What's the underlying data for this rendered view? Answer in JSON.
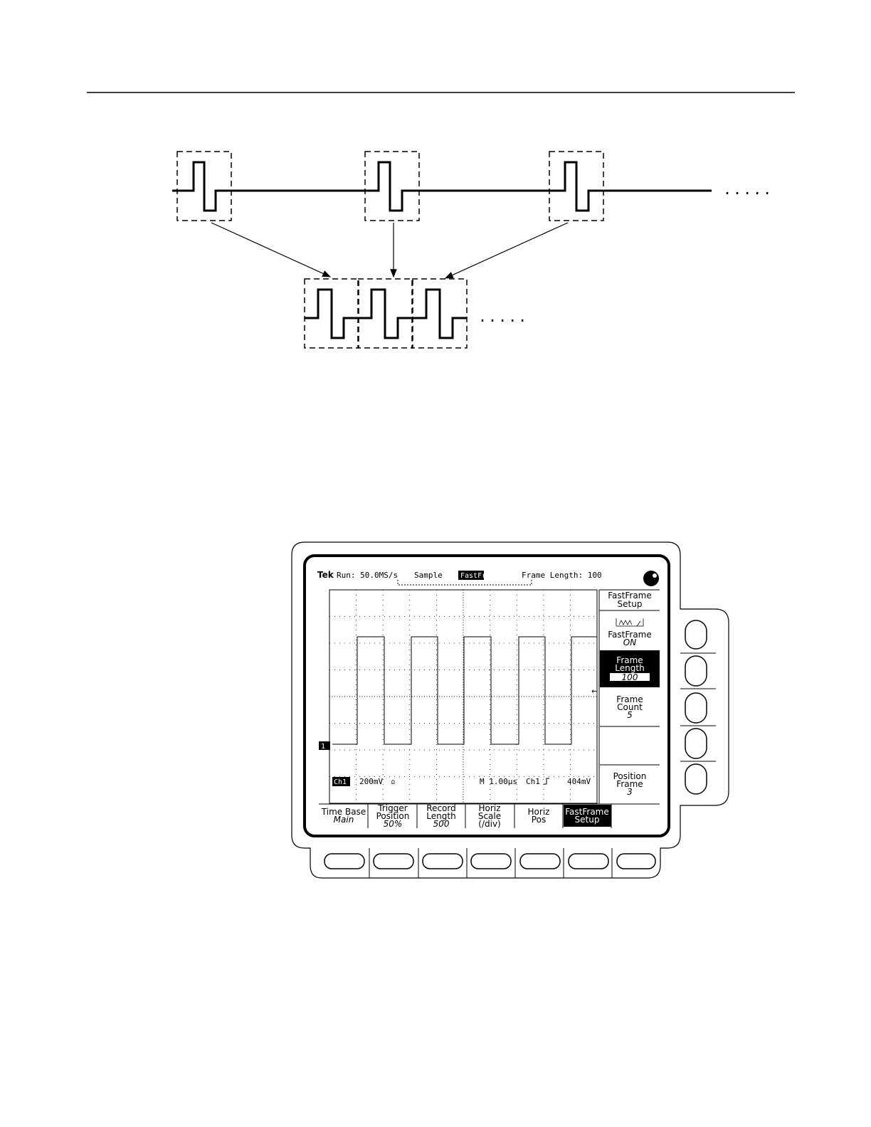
{
  "status_bar": {
    "brand": "Tek",
    "run_label": "Run: 50.0MS/s",
    "mode": "Sample",
    "badge": "FastFr",
    "frame_length": "Frame Length: 100"
  },
  "readout": {
    "channel": "Ch1",
    "scale": "200mV",
    "impedance": "Ω",
    "timebase": "M 1.00µs",
    "trigger_source": "Ch1",
    "trigger_level": "404mV",
    "ground_marker": "1"
  },
  "side_menu": {
    "title_1": "FastFrame",
    "title_2": "Setup",
    "fastframe_label": "FastFrame",
    "fastframe_value": "ON",
    "frame_length_label_1": "Frame",
    "frame_length_label_2": "Length",
    "frame_length_value": "100",
    "frame_count_label_1": "Frame",
    "frame_count_label_2": "Count",
    "frame_count_value": "5",
    "position_label_1": "Position",
    "position_label_2": "Frame",
    "position_value": "3"
  },
  "bottom_menu": [
    {
      "line1": "Time Base",
      "value": "Main"
    },
    {
      "line1": "Trigger",
      "line2": "Position",
      "value": "50%"
    },
    {
      "line1": "Record",
      "line2": "Length",
      "value": "500"
    },
    {
      "line1": "Horiz",
      "line2": "Scale",
      "line3": "(/div)"
    },
    {
      "line1": "Horiz",
      "line2": "Pos"
    },
    {
      "line1": "FastFrame",
      "line2": "Setup"
    }
  ],
  "diagram": {
    "continuation": "....."
  },
  "colors": {
    "ink": "#000000",
    "paper": "#ffffff"
  }
}
